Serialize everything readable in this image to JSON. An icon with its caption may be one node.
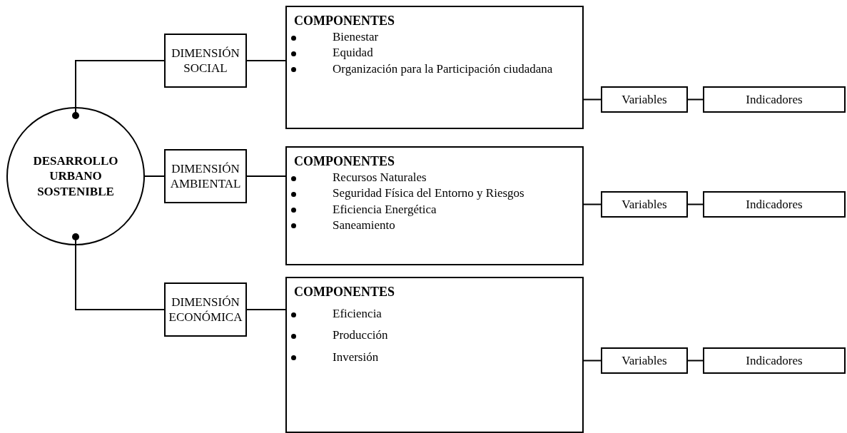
{
  "diagram": {
    "nodes": [
      {
        "text": [
          "DESARROLLO URBANO SOSTENIBLE"
        ]
      },
      {
        "text": [
          "DIMENSIÓN SOCIAL"
        ]
      },
      {
        "text": [
          "COMPONENTES",
          "Bienestar",
          "Equidad",
          "Organización para la Participación ciudadana"
        ]
      },
      {
        "text": [
          "Variables"
        ]
      },
      {
        "text": [
          "Indicadores"
        ]
      },
      {
        "text": [
          "DIMENSIÓN AMBIENTAL"
        ]
      },
      {
        "text": [
          "COMPONENTES",
          "Recursos Naturales",
          "Seguridad Física del Entorno y Riesgos",
          "Eficiencia Energética",
          "Saneamiento"
        ]
      },
      {
        "text": [
          "Variables"
        ]
      },
      {
        "text": [
          "Indicadores"
        ]
      },
      {
        "text": [
          "DIMENSIÓN ECONÓMICA"
        ]
      },
      {
        "text": [
          "COMPONENTES",
          "Eficiencia",
          "Producción",
          "Inversión"
        ]
      },
      {
        "text": [
          "Variables"
        ]
      },
      {
        "text": [
          "Indicadores"
        ]
      }
    ],
    "edges": [
      {
        "from": 0,
        "to": 1,
        "arrow": "other"
      },
      {
        "from": 0,
        "to": 5,
        "arrow": "none"
      },
      {
        "from": 0,
        "to": 9,
        "arrow": "other"
      },
      {
        "from": 1,
        "to": 2,
        "arrow": "none"
      },
      {
        "from": 2,
        "to": 3,
        "arrow": "none"
      },
      {
        "from": 3,
        "to": 4,
        "arrow": "none"
      },
      {
        "from": 5,
        "to": 6,
        "arrow": "none"
      },
      {
        "from": 6,
        "to": 7,
        "arrow": "none"
      },
      {
        "from": 7,
        "to": 8,
        "arrow": "none"
      },
      {
        "from": 9,
        "to": 10,
        "arrow": "none"
      },
      {
        "from": 10,
        "to": 11,
        "arrow": "none"
      },
      {
        "from": 11,
        "to": 12,
        "arrow": "none"
      }
    ]
  }
}
